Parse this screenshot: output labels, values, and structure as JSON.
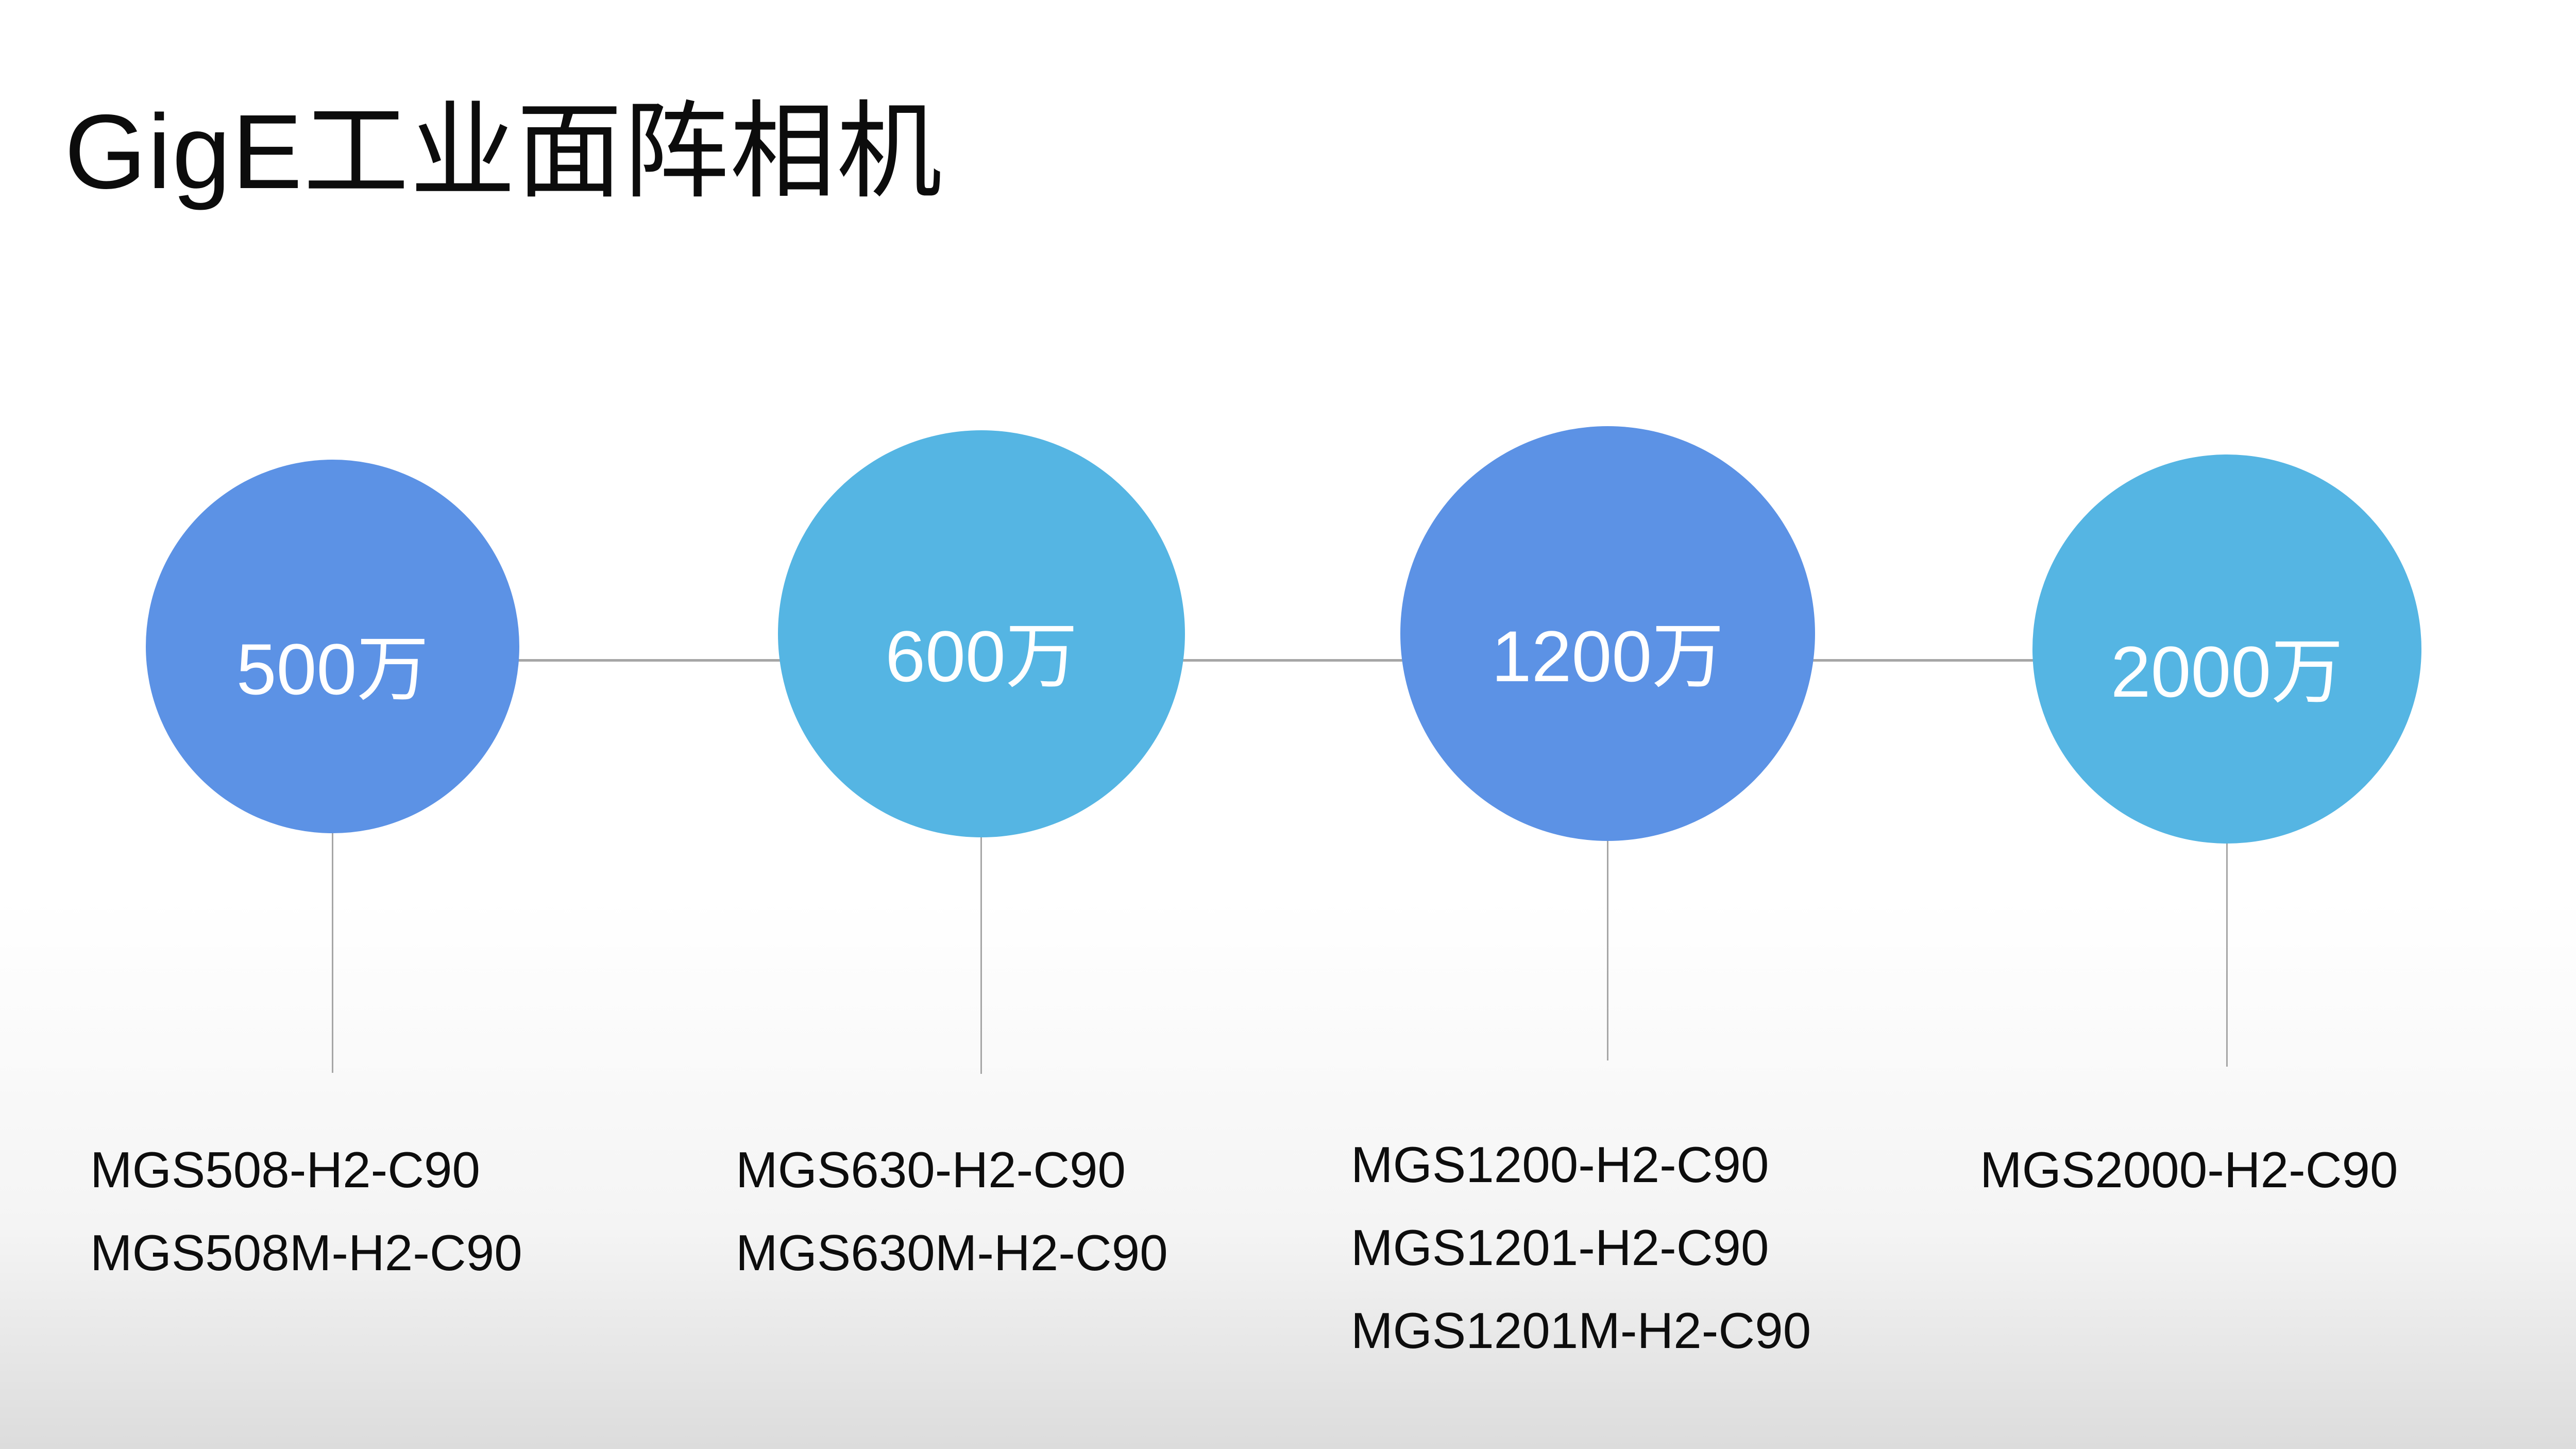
{
  "slide": {
    "title": "GigE工业面阵相机"
  },
  "colors": {
    "circle_blue": "#5C92E5",
    "circle_sky": "#55B5E3",
    "connector_gray": "#A6A6A6",
    "label_white": "#FFFFFF",
    "text_black": "#0D0D0D",
    "background_top": "#FFFFFF",
    "background_bottom": "#DCDCDC"
  },
  "diagram": {
    "nodes": [
      {
        "label": "500万",
        "color": "circle_blue",
        "models": [
          "MGS508-H2-C90",
          "MGS508M-H2-C90"
        ]
      },
      {
        "label": "600万",
        "color": "circle_sky",
        "models": [
          "MGS630-H2-C90",
          "MGS630M-H2-C90"
        ]
      },
      {
        "label": "1200万",
        "color": "circle_blue",
        "models": [
          "MGS1200-H2-C90",
          "MGS1201-H2-C90",
          "MGS1201M-H2-C90"
        ]
      },
      {
        "label": "2000万",
        "color": "circle_sky",
        "models": [
          "MGS2000-H2-C90"
        ]
      }
    ]
  }
}
